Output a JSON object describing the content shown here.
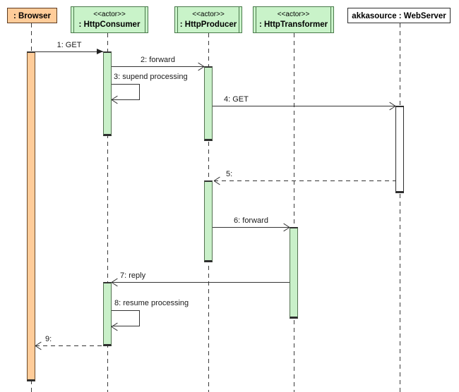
{
  "participants": [
    {
      "name": ": Browser"
    },
    {
      "stereotype": "<<actor>>",
      "name": ": HttpConsumer"
    },
    {
      "stereotype": "<<actor>>",
      "name": ": HttpProducer"
    },
    {
      "stereotype": "<<actor>>",
      "name": ": HttpTransformer"
    },
    {
      "name": "akkasource : WebServer"
    }
  ],
  "messages": [
    {
      "label": "1: GET",
      "from": ": Browser",
      "to": ": HttpConsumer",
      "line": "solid",
      "arrow": "filled"
    },
    {
      "label": "2: forward",
      "from": ": HttpConsumer",
      "to": ": HttpProducer",
      "line": "solid",
      "arrow": "open"
    },
    {
      "label": "3: supend processing",
      "from": ": HttpConsumer",
      "to": ": HttpConsumer",
      "line": "solid",
      "arrow": "open-self"
    },
    {
      "label": "4: GET",
      "from": ": HttpProducer",
      "to": "akkasource : WebServer",
      "line": "solid",
      "arrow": "open"
    },
    {
      "label": "5:",
      "from": "akkasource : WebServer",
      "to": ": HttpProducer",
      "line": "dashed",
      "arrow": "open"
    },
    {
      "label": "6: forward",
      "from": ": HttpProducer",
      "to": ": HttpTransformer",
      "line": "solid",
      "arrow": "open"
    },
    {
      "label": "7: reply",
      "from": ": HttpTransformer",
      "to": ": HttpConsumer",
      "line": "solid",
      "arrow": "open"
    },
    {
      "label": "8: resume processing",
      "from": ": HttpConsumer",
      "to": ": HttpConsumer",
      "line": "solid",
      "arrow": "open-self"
    },
    {
      "label": "9:",
      "from": ": HttpConsumer",
      "to": ": Browser",
      "line": "dashed",
      "arrow": "open"
    }
  ],
  "colors": {
    "participant_fill_orange": "#ffcc99",
    "participant_border_orange": "#5c3a20",
    "participant_fill_green": "#c9f3c9",
    "participant_border_green": "#49794a",
    "participant_fill_white": "#ffffff",
    "activation_fill_green": "#c9f0c9",
    "activation_fill_orange": "#ffcc99",
    "activation_fill_white": "#ffffff",
    "line_color": "#333333",
    "background": "#ffffff"
  }
}
